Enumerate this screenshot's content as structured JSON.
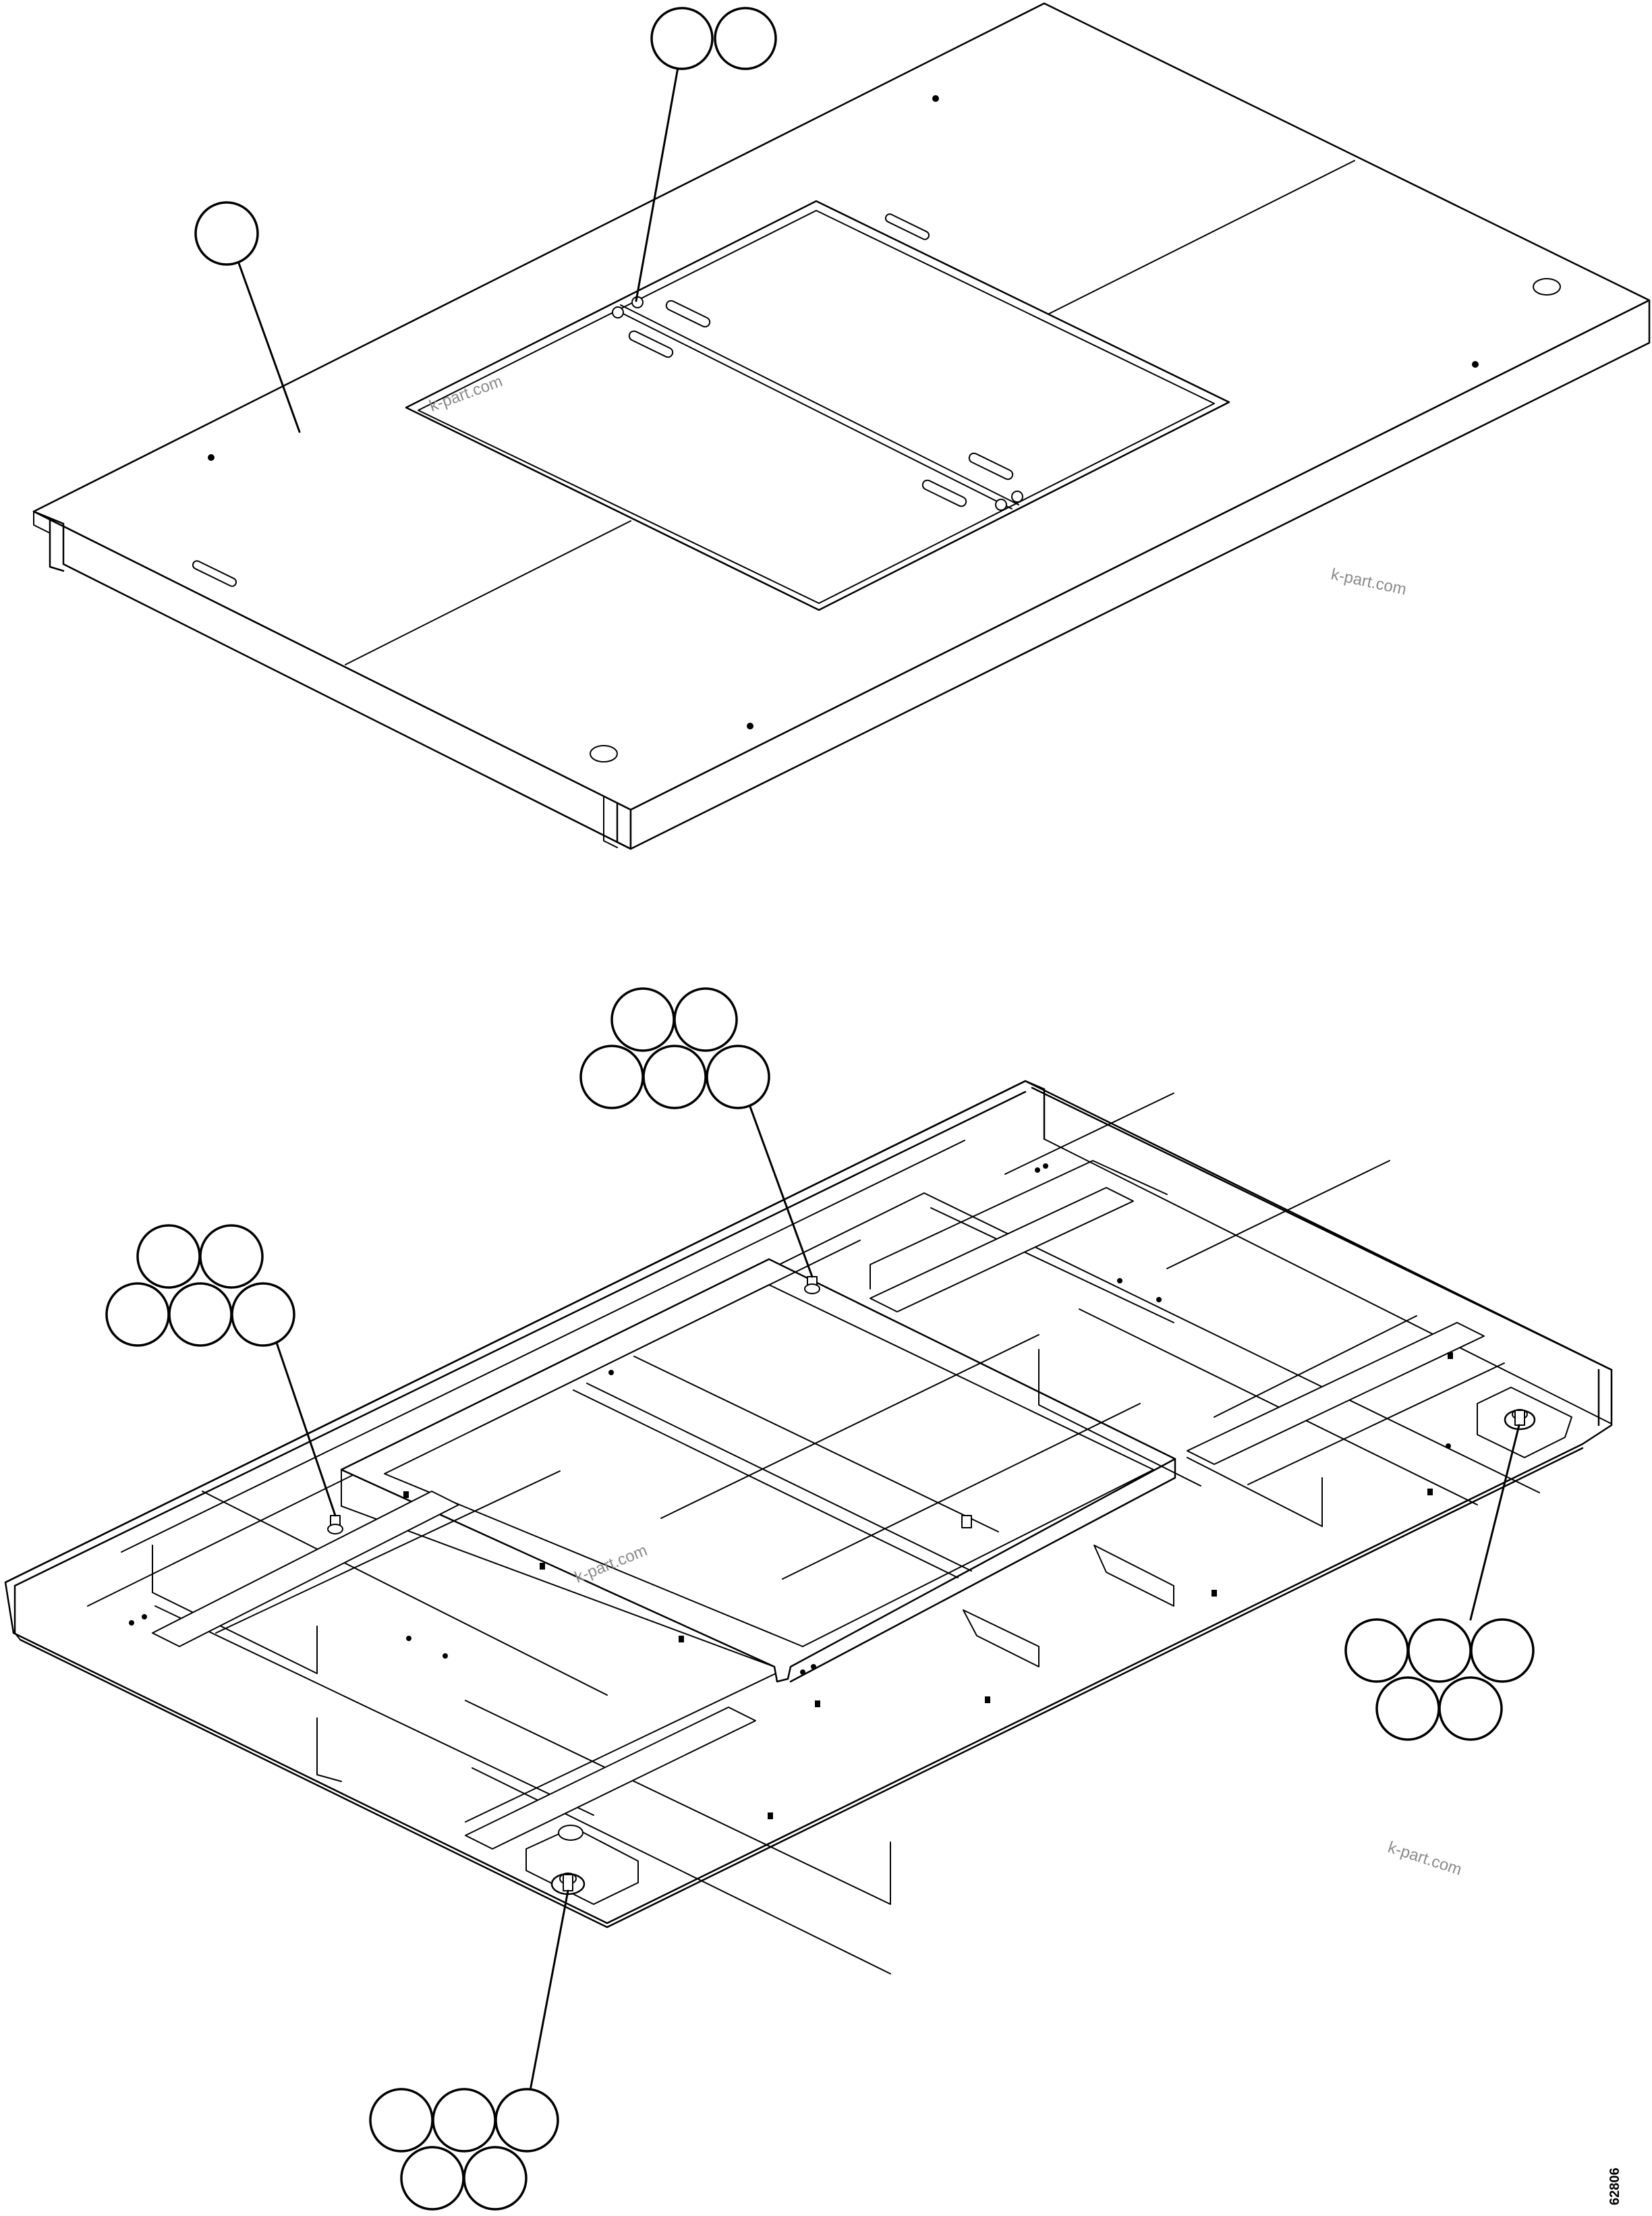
{
  "watermark": {
    "text": "k-part.com"
  },
  "figure_number": "62806",
  "callouts": [
    {
      "id": "top-cover-panel",
      "labels": [
        "",
        ""
      ]
    },
    {
      "id": "top-cover",
      "labels": [
        ""
      ]
    },
    {
      "id": "bracket-bolt-left",
      "labels": [
        "",
        "",
        "",
        "",
        ""
      ]
    },
    {
      "id": "bracket-bolt-center",
      "labels": [
        "",
        "",
        "",
        "",
        ""
      ]
    },
    {
      "id": "mount-right",
      "labels": [
        "",
        "",
        "",
        "",
        ""
      ]
    },
    {
      "id": "mount-bottom",
      "labels": [
        "",
        "",
        "",
        "",
        ""
      ]
    }
  ]
}
